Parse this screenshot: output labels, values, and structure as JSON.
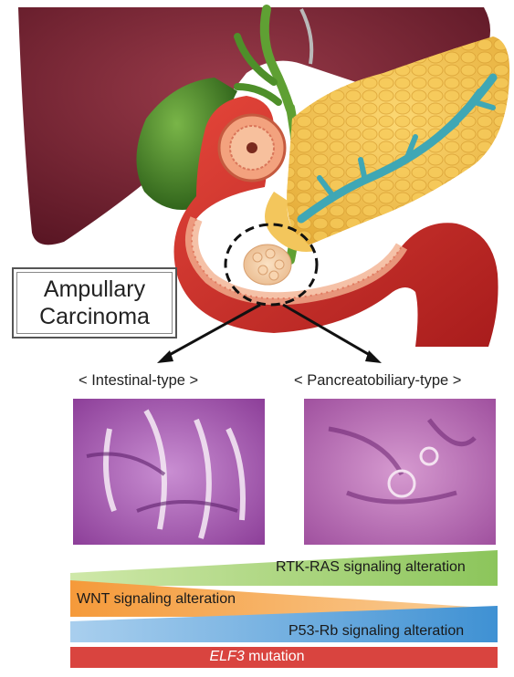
{
  "label_box": {
    "line1": "Ampullary",
    "line2": "Carcinoma"
  },
  "types": {
    "left": "< Intestinal-type >",
    "right": "< Pancreatobiliary-type >"
  },
  "bars": {
    "rtk_ras": "RTK-RAS signaling alteration",
    "wnt": "WNT signaling alteration",
    "p53_rb": "P53-Rb signaling alteration",
    "elf3_gene": "ELF3",
    "elf3_rest": " mutation"
  },
  "colors": {
    "liver": "#7a2434",
    "gallbladder": "#3f7f25",
    "duct_green": "#5fa033",
    "duodenum": "#d3302a",
    "pancreas": "#f2c14d",
    "pancreatic_duct": "#3fa7b5",
    "rtk_ras_bar": "#a8d577",
    "wnt_bar": "#f6a74a",
    "p53_bar": "#4f9ed8",
    "elf3_bar": "#d9443f",
    "he_stain": "#b05fb0"
  }
}
